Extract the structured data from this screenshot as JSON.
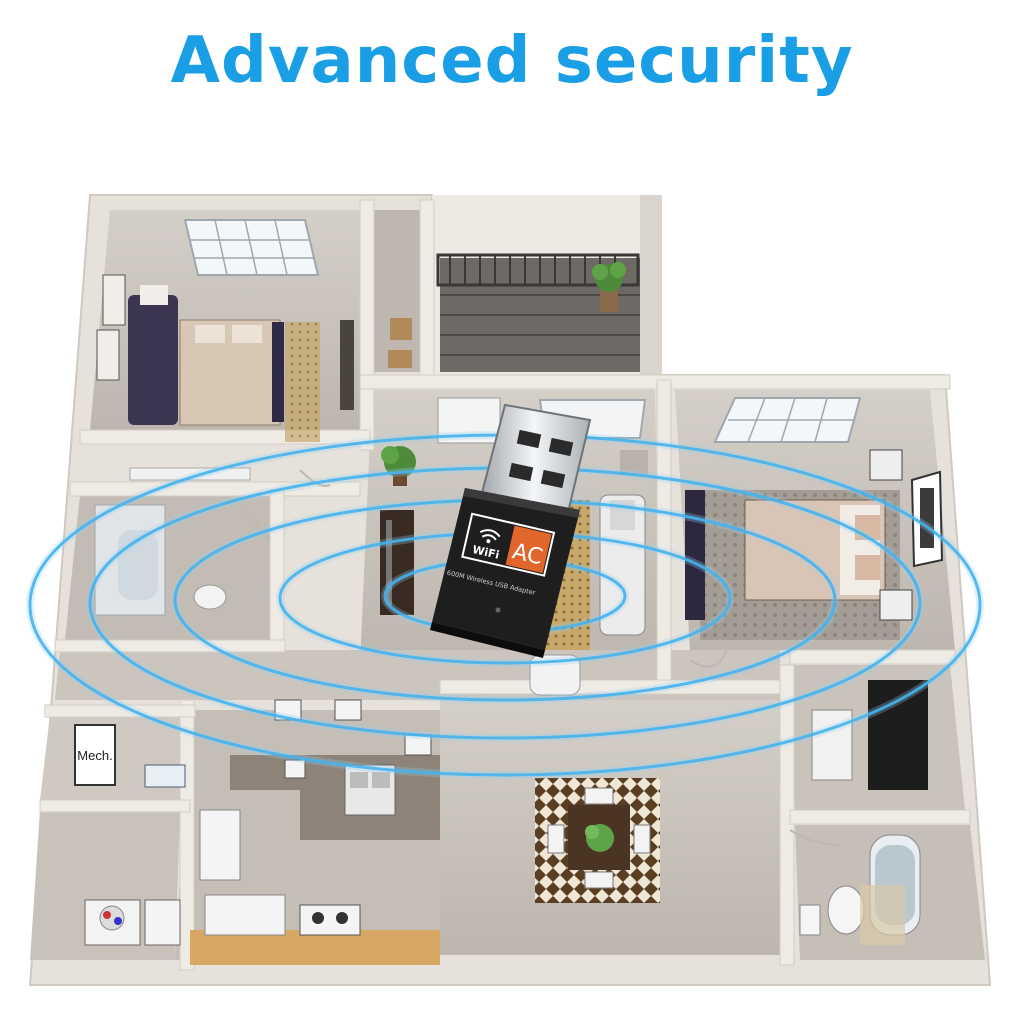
{
  "headline": "Advanced security",
  "adapter": {
    "logo_wifi": "WiFi",
    "logo_ac": "AC",
    "caption": "600M Wireless USB Adapter"
  },
  "room_labels": {
    "utility_box": "Mech."
  },
  "colors": {
    "headline": "#1a9ee6",
    "signal_rings": "#2aa7ea",
    "wall": "#e8e3dc",
    "floor": "#c9c4bd",
    "adapter_body": "#1e1e1e",
    "logo_ac": "#e0662c"
  }
}
